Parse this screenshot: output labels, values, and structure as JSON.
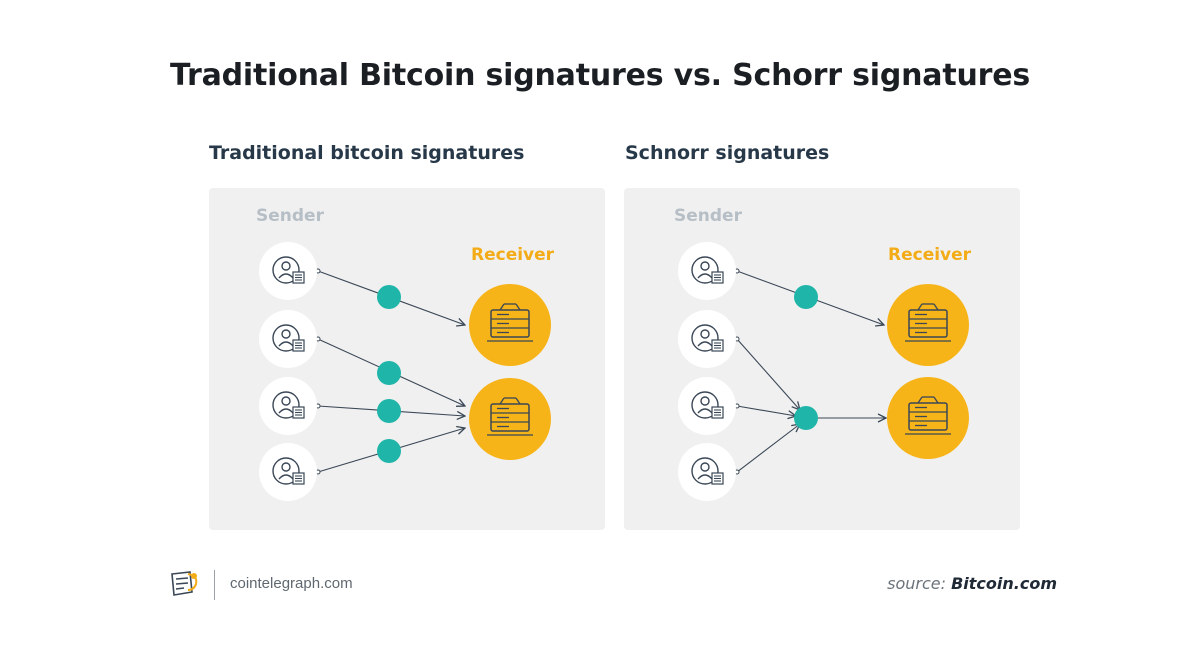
{
  "title": "Traditional Bitcoin signatures vs. Schorr signatures",
  "panels": [
    {
      "heading": "Traditional bitcoin signatures",
      "sender_label": "Sender",
      "receiver_label": "Receiver"
    },
    {
      "heading": "Schnorr signatures",
      "sender_label": "Sender",
      "receiver_label": "Receiver"
    }
  ],
  "footer": {
    "site": "cointelegraph.com",
    "source_prefix": "source:",
    "source_name": "Bitcoin.com"
  },
  "colors": {
    "signature_node": "#1fb5a8",
    "receiver": "#f7b418",
    "panel_bg": "#f0f0f0",
    "arrow": "#3a4756"
  },
  "icons": {
    "sender": "user-with-card-icon",
    "receiver": "server-icon",
    "brand": "cointelegraph-logo-icon"
  }
}
